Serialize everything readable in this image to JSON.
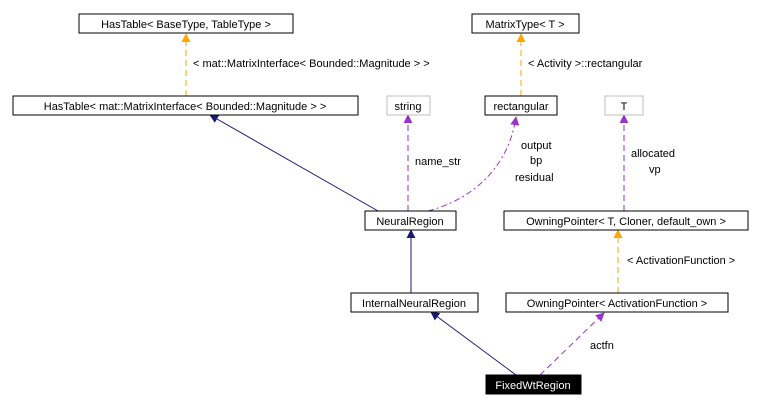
{
  "colors": {
    "inherit": "#191970",
    "template": "#ffa500",
    "usage": "#9a32cd",
    "box_border": "#000000",
    "box_border_light": "#bfbfbf",
    "highlight_fill": "#000000",
    "highlight_text": "#ffffff"
  },
  "nodes": {
    "hastable_base": {
      "label": "HasTable< BaseType, TableType >"
    },
    "matrixtype": {
      "label": "MatrixType< T >"
    },
    "hastable_mat": {
      "label": "HasTable< mat::MatrixInterface< Bounded::Magnitude > >"
    },
    "string": {
      "label": "string"
    },
    "rectangular": {
      "label": "rectangular"
    },
    "t": {
      "label": "T"
    },
    "neuralregion": {
      "label": "NeuralRegion"
    },
    "owningptr_t": {
      "label": "OwningPointer< T, Cloner, default_own >"
    },
    "internalneuralregion": {
      "label": "InternalNeuralRegion"
    },
    "owningptr_act": {
      "label": "OwningPointer< ActivationFunction >"
    },
    "fixedwtregion": {
      "label": "FixedWtRegion"
    }
  },
  "edges": {
    "hastable_template": {
      "label": "< mat::MatrixInterface< Bounded::Magnitude > >"
    },
    "matrixtype_template": {
      "label": "< Activity >::rectangular"
    },
    "name_str": {
      "label": "name_str"
    },
    "output_bp_residual": {
      "lines": [
        "output",
        "bp",
        "residual"
      ]
    },
    "allocated_vp": {
      "lines": [
        "allocated",
        "vp"
      ]
    },
    "activationfunction_template": {
      "label": "< ActivationFunction >"
    },
    "actfn": {
      "label": "actfn"
    }
  }
}
